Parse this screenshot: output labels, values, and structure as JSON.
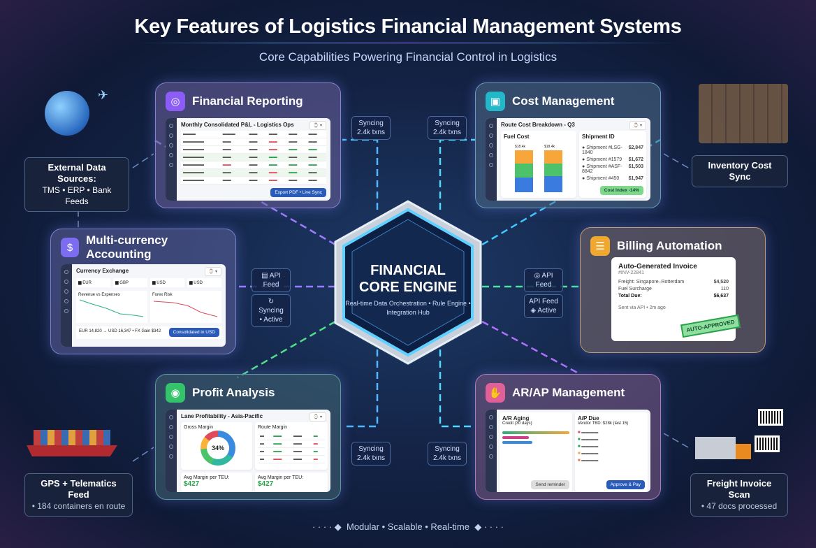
{
  "header": {
    "title": "Key Features of Logistics Financial Management Systems",
    "subtitle": "Core Capabilities Powering Financial Control in Logistics"
  },
  "core": {
    "title_line1": "FINANCIAL",
    "title_line2": "CORE ENGINE",
    "subtitle": "Real-time Data Orchestration • Rule Engine • Integration Hub"
  },
  "colors": {
    "reporting": "#8b5cf6",
    "cost": "#22b8c9",
    "currency": "#7c6cf0",
    "billing": "#f0a830",
    "profit": "#34c36b",
    "arap": "#e0609a"
  },
  "financial_reporting": {
    "title": "Financial Reporting",
    "icon": "globe-icon",
    "panel_title": "Monthly Consolidated P&L - Logistics Ops",
    "export_label": "Export PDF • Live Sync"
  },
  "cost_management": {
    "title": "Cost Management",
    "icon": "box-icon",
    "panel_title": "Route Cost Breakdown - Q3",
    "chart_title": "Fuel Cost",
    "shipment_title": "Shipment ID",
    "savings_label": "Cost Index -14%",
    "bar_labels": [
      "$18.4k",
      "$18.4k"
    ],
    "shipments": [
      {
        "name": "Shipment #LSG-1840",
        "value": "$2,847"
      },
      {
        "name": "Shipment #1579",
        "value": "$1,672"
      },
      {
        "name": "Shipment #ASF-8842",
        "value": "$1,503"
      },
      {
        "name": "Shipment #450",
        "value": "$1,947"
      }
    ]
  },
  "multi_currency": {
    "title": "Multi-currency Accounting",
    "icon": "currency-icon",
    "panel_title": "Currency Exchange",
    "currencies": [
      "EUR",
      "GBP",
      "USD",
      "USD"
    ],
    "chart1_title": "Revenue vs Expenses",
    "chart2_title": "Forex Risk",
    "summary": "EUR 14,820 → USD 16,347 • FX Gain $342",
    "consolidate_label": "Consolidated in USD"
  },
  "billing": {
    "title": "Billing Automation",
    "icon": "invoice-icon",
    "invoice_title": "Auto-Generated Invoice",
    "invoice_id": "#INV-22841",
    "lines": [
      {
        "label": "Freight: Singapore–Rotterdam",
        "value": "$4,520"
      },
      {
        "label": "Fuel Surcharge",
        "value": "110"
      }
    ],
    "total_label": "Total Due:",
    "total_value": "$6,637",
    "sent": "Sent via API • 2m ago",
    "stamp": "AUTO-APPROVED"
  },
  "profit": {
    "title": "Profit Analysis",
    "icon": "chart-icon",
    "panel_title": "Lane Profitability - Asia-Pacific",
    "donut_title": "Gross Margin",
    "donut_value": "34%",
    "table_title": "Route Margin",
    "margin_label": "Avg Margin per TEU:",
    "margin_value": "$427",
    "donut_segments": [
      34,
      22,
      18,
      14,
      12
    ]
  },
  "arap": {
    "title": "AR/AP Management",
    "icon": "handshake-icon",
    "ar_title": "A/R Aging",
    "ar_sub": "Credit (30 days)",
    "ap_title": "A/P Due",
    "ap_sub": "Vendor TBD: $28k (last 15)",
    "pay_label": "Approve & Pay",
    "follow_label": "Send reminder"
  },
  "sync_pills": [
    {
      "line1": "Syncing",
      "line2": "2.4k txns"
    },
    {
      "line1": "Syncing",
      "line2": "2.4k txns"
    },
    {
      "line1": "Syncing",
      "line2": "2.4k txns"
    },
    {
      "line1": "Syncing",
      "line2": "2.4k txns"
    }
  ],
  "api_pills": {
    "left_feed": "API Feed",
    "left_sync": "Syncing",
    "left_active": "• Active",
    "right_feed": "API Feed",
    "right_feed2": "API Feed",
    "right_active": "Active"
  },
  "external": {
    "sources_title": "External Data Sources:",
    "sources_sub": "TMS • ERP • Bank Feeds",
    "inventory": "Inventory Cost Sync",
    "gps_title": "GPS + Telematics Feed",
    "gps_sub": "• 184 containers en route",
    "scan_title": "Freight Invoice Scan",
    "scan_sub": "• 47 docs processed"
  },
  "footer": "Modular • Scalable • Real-time"
}
